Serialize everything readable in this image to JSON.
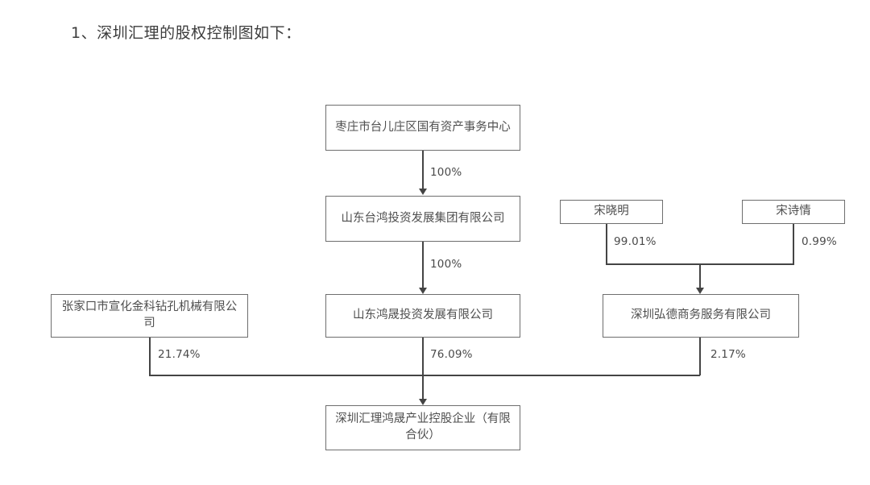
{
  "document": {
    "heading": "1、深圳汇理的股权控制图如下："
  },
  "chart_data": {
    "type": "diagram",
    "title": "深圳汇理的股权控制图",
    "nodes": [
      {
        "id": "zaozhuang",
        "label": "枣庄市台儿庄区国有资产事务中心"
      },
      {
        "id": "shandong_taihong",
        "label": "山东台鸿投资发展集团有限公司"
      },
      {
        "id": "song_xiaoming",
        "label": "宋晓明"
      },
      {
        "id": "song_shiqing",
        "label": "宋诗情"
      },
      {
        "id": "zhangjiakou",
        "label": "张家口市宣化金科钻孔机械有限公司"
      },
      {
        "id": "shandong_hongsheng",
        "label": "山东鸿晟投资发展有限公司"
      },
      {
        "id": "shenzhen_hongde",
        "label": "深圳弘德商务服务有限公司"
      },
      {
        "id": "shenzhen_huili",
        "label": "深圳汇理鸿晟产业控股企业（有限合伙）"
      }
    ],
    "edges": [
      {
        "from": "zaozhuang",
        "to": "shandong_taihong",
        "label": "100%"
      },
      {
        "from": "shandong_taihong",
        "to": "shandong_hongsheng",
        "label": "100%"
      },
      {
        "from": "song_xiaoming",
        "to": "shenzhen_hongde",
        "label": "99.01%"
      },
      {
        "from": "song_shiqing",
        "to": "shenzhen_hongde",
        "label": "0.99%"
      },
      {
        "from": "zhangjiakou",
        "to": "shenzhen_huili",
        "label": "21.74%"
      },
      {
        "from": "shandong_hongsheng",
        "to": "shenzhen_huili",
        "label": "76.09%"
      },
      {
        "from": "shenzhen_hongde",
        "to": "shenzhen_huili",
        "label": "2.17%"
      }
    ]
  },
  "colors": {
    "node_border": "#6e6e6e",
    "edge": "#444444",
    "text": "#4f4f4f",
    "background": "#ffffff"
  }
}
